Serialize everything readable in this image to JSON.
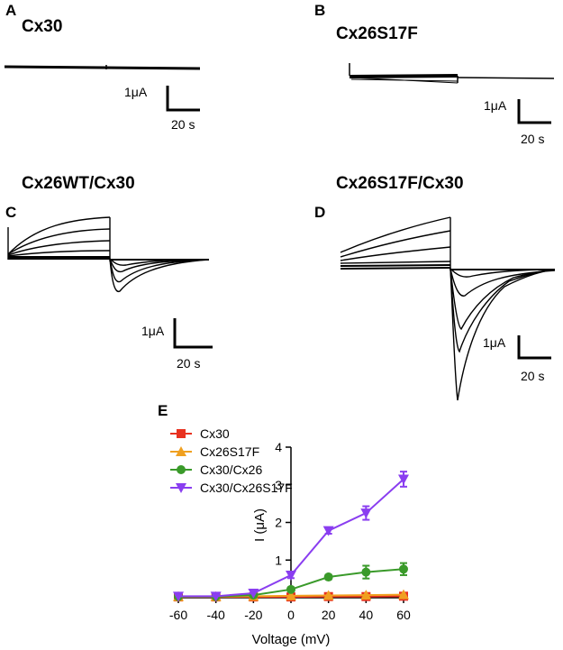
{
  "panels": {
    "A": {
      "letter": "A",
      "title": "Cx30",
      "scale_current": "1μA",
      "scale_time": "20 s"
    },
    "B": {
      "letter": "B",
      "title": "Cx26S17F",
      "scale_current": "1μA",
      "scale_time": "20 s"
    },
    "C": {
      "letter": "C",
      "title": "Cx26WT/Cx30",
      "scale_current": "1μA",
      "scale_time": "20 s"
    },
    "D": {
      "letter": "D",
      "title": "Cx26S17F/Cx30",
      "scale_current": "1μA",
      "scale_time": "20 s"
    },
    "E": {
      "letter": "E"
    }
  },
  "chart_data": {
    "type": "line",
    "xlabel": "Voltage (mV)",
    "ylabel": "I (μA)",
    "xlim": [
      -60,
      60
    ],
    "ylim": [
      0,
      4
    ],
    "xticks": [
      -60,
      -40,
      -20,
      0,
      20,
      40,
      60
    ],
    "yticks": [
      1,
      2,
      3,
      4
    ],
    "x": [
      -60,
      -40,
      -20,
      0,
      20,
      40,
      60
    ],
    "legend_position": "top-left",
    "series": [
      {
        "name": "Cx30",
        "color": "#e8311f",
        "marker": "square",
        "values": [
          0.02,
          0.02,
          0.02,
          0.02,
          0.03,
          0.03,
          0.04
        ],
        "errors": [
          0.02,
          0.02,
          0.02,
          0.02,
          0.02,
          0.02,
          0.02
        ]
      },
      {
        "name": "Cx26S17F",
        "color": "#f0a020",
        "marker": "triangle-up",
        "values": [
          0.03,
          0.03,
          0.04,
          0.05,
          0.06,
          0.07,
          0.08
        ],
        "errors": [
          0.02,
          0.02,
          0.02,
          0.02,
          0.02,
          0.02,
          0.02
        ]
      },
      {
        "name": "Cx30/Cx26",
        "color": "#3a9a2a",
        "marker": "circle",
        "values": [
          0.03,
          0.03,
          0.07,
          0.22,
          0.55,
          0.68,
          0.76
        ],
        "errors": [
          0.02,
          0.02,
          0.03,
          0.05,
          0.06,
          0.17,
          0.16
        ]
      },
      {
        "name": "Cx30/Cx26S17F",
        "color": "#8a3ef0",
        "marker": "triangle-down",
        "values": [
          0.04,
          0.04,
          0.12,
          0.6,
          1.78,
          2.25,
          3.15
        ],
        "errors": [
          0.02,
          0.02,
          0.04,
          0.08,
          0.08,
          0.18,
          0.2
        ]
      }
    ]
  }
}
